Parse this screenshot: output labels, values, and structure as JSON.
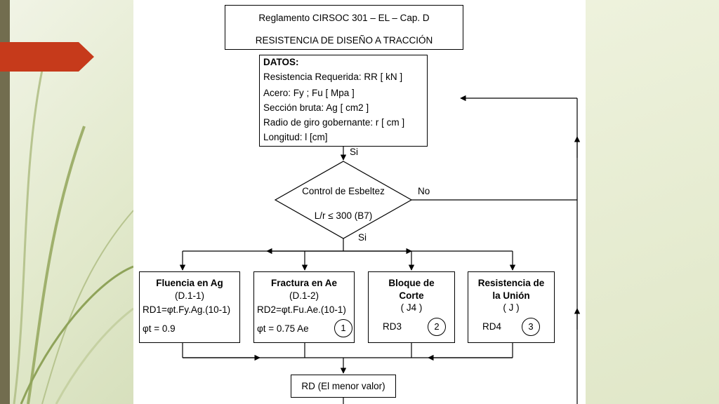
{
  "header": {
    "line1": "Reglamento CIRSOC 301 – EL – Cap. D",
    "line2": "RESISTENCIA DE DISEÑO A TRACCIÓN"
  },
  "datos": {
    "title": "DATOS:",
    "lines": [
      "Resistencia Requerida: RR [ kN ]",
      "Acero: Fy ; Fu  [ Mpa ]",
      "Sección bruta: Ag [ cm2 ]",
      "Radio de giro gobernante: r [ cm ]",
      "Longitud: l [cm]"
    ]
  },
  "decision": {
    "line1": "Control de Esbeltez",
    "line2": "L/r ≤ 300   (B7)",
    "yes_top": "Si",
    "yes_bottom": "Si",
    "no": "No"
  },
  "boxes": [
    {
      "title": "Fluencia en Ag",
      "ref": "(D.1-1)",
      "formula": "RD1=φt.Fy.Ag.(10-1)",
      "extra": "φt = 0.9"
    },
    {
      "title": "Fractura en Ae",
      "ref": "(D.1-2)",
      "formula": "RD2=φt.Fu.Ae.(10-1)",
      "extra": "φt = 0.75   Ae",
      "circle": "1"
    },
    {
      "title": "Bloque de",
      "title2": "Corte",
      "ref": "( J4 )",
      "extra": "RD3",
      "circle": "2"
    },
    {
      "title": "Resistencia de",
      "title2": "la Unión",
      "ref": "( J )",
      "extra": "RD4",
      "circle": "3"
    }
  ],
  "result": {
    "label": "RD (El menor valor)"
  },
  "colors": {
    "left_bar": "#726d4f",
    "arrow_tab": "#c63a1b",
    "background": "#eef2e0"
  }
}
